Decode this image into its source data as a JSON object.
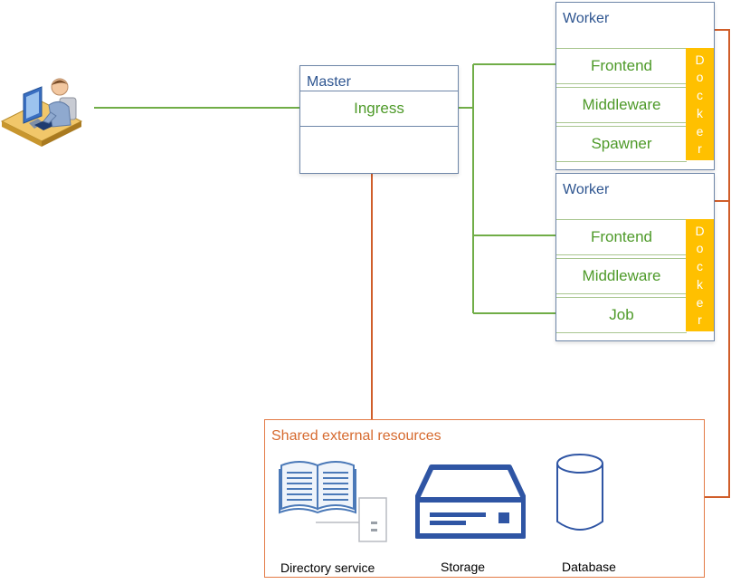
{
  "master": {
    "title": "Master",
    "ingress": "Ingress"
  },
  "workers": [
    {
      "title": "Worker",
      "services": [
        "Frontend",
        "Middleware",
        "Spawner"
      ],
      "docker_label": "Docker"
    },
    {
      "title": "Worker",
      "services": [
        "Frontend",
        "Middleware",
        "Job"
      ],
      "docker_label": "Docker"
    }
  ],
  "shared": {
    "title": "Shared external resources",
    "resources": [
      {
        "label": "Directory service",
        "icon": "directory-book-icon"
      },
      {
        "label": "Storage",
        "icon": "storage-server-icon"
      },
      {
        "label": "Database",
        "icon": "database-cylinder-icon"
      }
    ]
  },
  "user": {
    "icon": "user-at-computer-icon"
  },
  "colors": {
    "node_border": "#6e86a8",
    "title_blue": "#2e5590",
    "service_green": "#4e9a29",
    "connector_green": "#70ad47",
    "docker_orange": "#ffc000",
    "shared_orange": "#e37b46",
    "storage_blue": "#2f55a4"
  }
}
